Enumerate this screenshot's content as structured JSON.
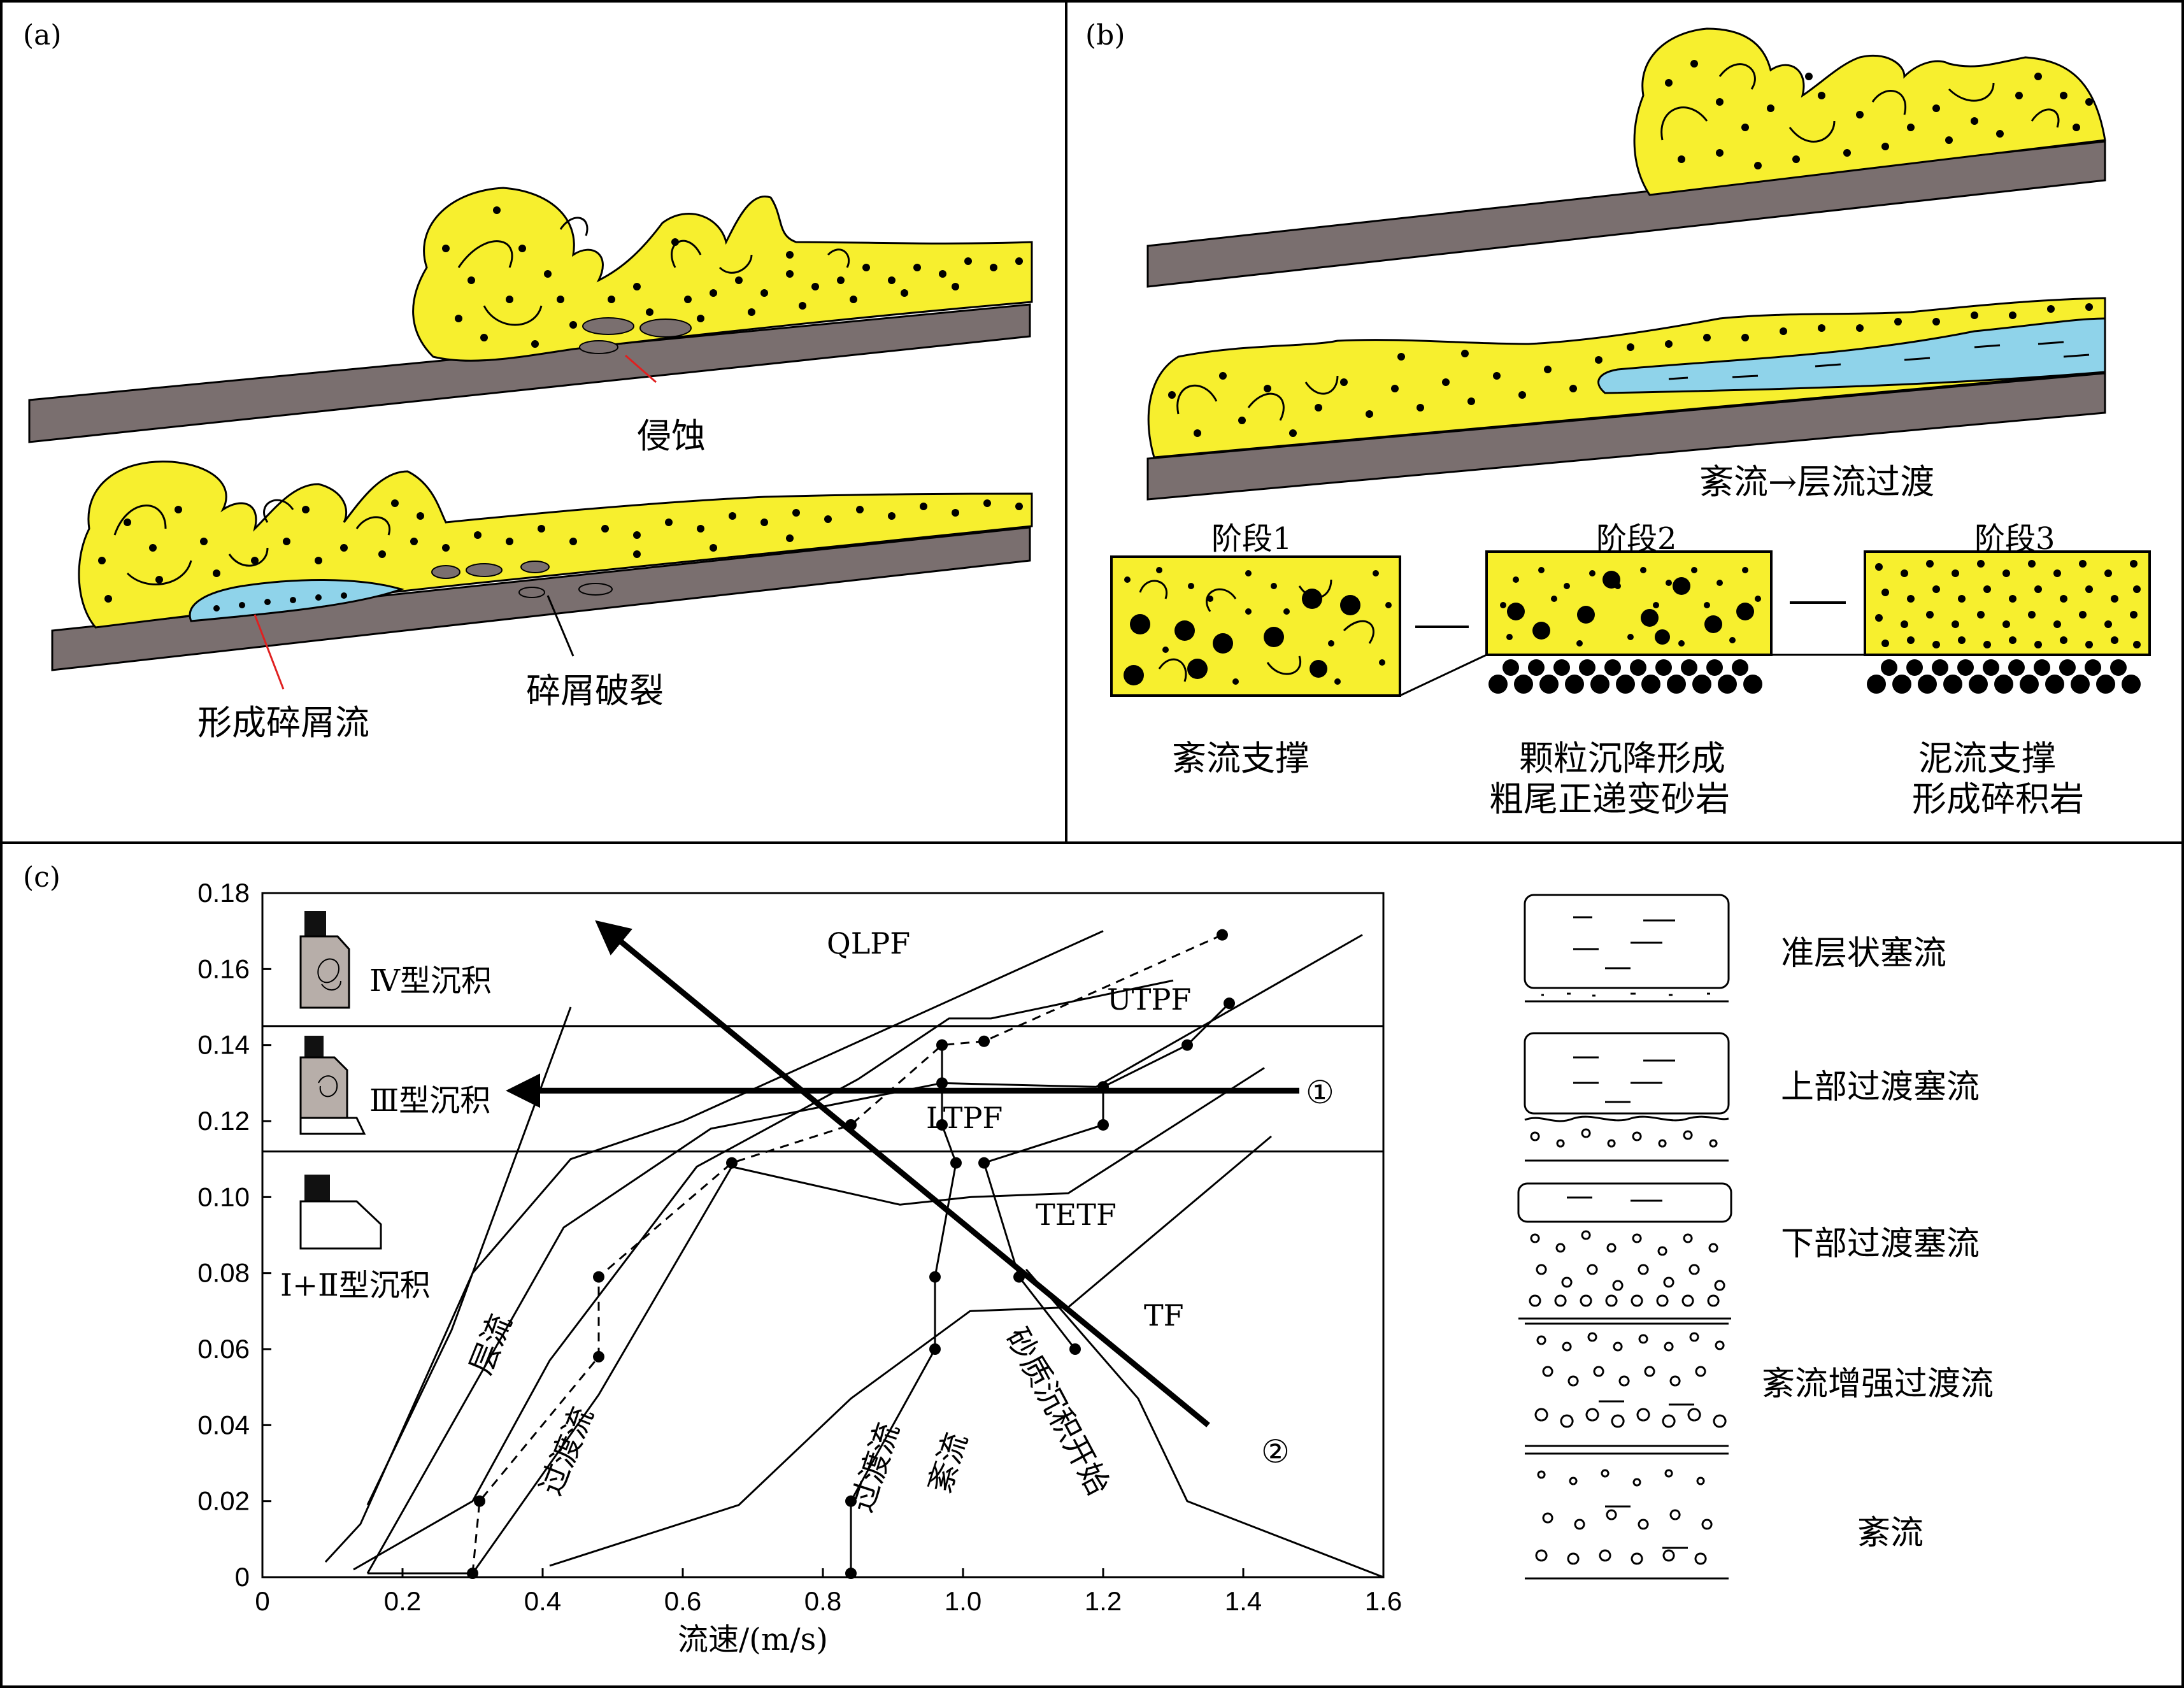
{
  "panel_a": {
    "label": "(a)",
    "erosion": "侵蚀",
    "debris_flow": "形成碎屑流",
    "debris_fracture": "碎屑破裂"
  },
  "panel_b": {
    "label": "(b)",
    "transition": "紊流→层流过渡",
    "stages": [
      "阶段1",
      "阶段2",
      "阶段3"
    ],
    "caption1": "紊流支撑",
    "caption2a": "颗粒沉降形成",
    "caption2b": "粗尾正递变砂岩",
    "caption3a": "泥流支撑",
    "caption3b": "形成碎积岩"
  },
  "panel_c": {
    "label": "(c)",
    "deposit_types": [
      "Ⅳ型沉积",
      "Ⅲ型沉积",
      "Ⅰ+Ⅱ型沉积"
    ],
    "region_labels": [
      "QLPF",
      "UTPF",
      "LTPF",
      "TETF",
      "TF"
    ],
    "curve_labels": [
      "层流",
      "过渡流",
      "过渡流",
      "紊流",
      "砂质沉积开始"
    ],
    "arrow_labels": [
      "①",
      "②"
    ],
    "legend": [
      "准层状塞流",
      "上部过渡塞流",
      "下部过渡塞流",
      "紊流增强过渡流",
      "紊流"
    ]
  },
  "colors": {
    "sand": "#f7ef2e",
    "substrate": "#7a6f6f",
    "water": "#8fd3ea",
    "grey_block": "#b7aea9"
  },
  "chart_data": {
    "type": "line",
    "xlabel": "流速/(m/s)",
    "xlim": [
      0,
      1.6
    ],
    "ylim": [
      0,
      0.18
    ],
    "xticks": [
      "0",
      "0.2",
      "0.4",
      "0.6",
      "0.8",
      "1.0",
      "1.2",
      "1.4",
      "1.6"
    ],
    "yticks": [
      "0",
      "0.02",
      "0.04",
      "0.06",
      "0.08",
      "0.10",
      "0.12",
      "0.14",
      "0.16",
      "0.18"
    ],
    "horizontal_boundaries": [
      0.112,
      0.145
    ],
    "series": [
      {
        "points": [
          [
            0.15,
            0.019
          ],
          [
            0.27,
            0.065
          ],
          [
            0.44,
            0.15
          ]
        ]
      },
      {
        "points": [
          [
            0.09,
            0.004
          ],
          [
            0.14,
            0.014
          ],
          [
            0.3,
            0.08
          ],
          [
            0.44,
            0.11
          ],
          [
            0.6,
            0.12
          ],
          [
            0.78,
            0.135
          ],
          [
            1.2,
            0.17
          ]
        ]
      },
      {
        "points": [
          [
            0.13,
            0.002
          ],
          [
            0.3,
            0.02
          ],
          [
            0.41,
            0.057
          ],
          [
            0.62,
            0.108
          ],
          [
            0.85,
            0.131
          ],
          [
            0.98,
            0.147
          ],
          [
            1.04,
            0.147
          ],
          [
            1.3,
            0.157
          ]
        ]
      },
      {
        "points": [
          [
            0.15,
            0.001
          ],
          [
            0.43,
            0.092
          ],
          [
            0.64,
            0.118
          ],
          [
            0.97,
            0.13
          ],
          [
            1.19,
            0.129
          ],
          [
            1.57,
            0.169
          ]
        ]
      },
      {
        "points": [
          [
            0.15,
            0.001
          ],
          [
            0.3,
            0.001
          ],
          [
            0.48,
            0.048
          ],
          [
            0.67,
            0.108
          ],
          [
            0.91,
            0.098
          ],
          [
            1.01,
            0.1
          ],
          [
            1.15,
            0.101
          ],
          [
            1.43,
            0.134
          ]
        ]
      },
      {
        "points": [
          [
            0.41,
            0.003
          ],
          [
            0.68,
            0.019
          ],
          [
            0.84,
            0.047
          ],
          [
            1.01,
            0.07
          ],
          [
            1.15,
            0.071
          ],
          [
            1.44,
            0.116
          ]
        ]
      },
      {
        "points": [
          [
            1.09,
            0.081
          ],
          [
            1.25,
            0.047
          ],
          [
            1.32,
            0.02
          ],
          [
            1.6,
            0.0
          ]
        ]
      }
    ],
    "marker_curves": [
      {
        "style": "dashed",
        "points": [
          [
            0.3,
            0.001
          ],
          [
            0.31,
            0.02
          ],
          [
            0.48,
            0.058
          ],
          [
            0.48,
            0.079
          ],
          [
            0.67,
            0.109
          ],
          [
            0.84,
            0.119
          ],
          [
            0.97,
            0.14
          ],
          [
            1.03,
            0.141
          ],
          [
            1.37,
            0.169
          ]
        ]
      },
      {
        "style": "solid",
        "points": [
          [
            0.84,
            0.001
          ],
          [
            0.84,
            0.02
          ],
          [
            0.96,
            0.06
          ],
          [
            0.96,
            0.079
          ],
          [
            0.99,
            0.109
          ],
          [
            0.97,
            0.119
          ],
          [
            0.97,
            0.13
          ],
          [
            0.97,
            0.14
          ]
        ]
      },
      {
        "style": "solid",
        "points": [
          [
            1.16,
            0.06
          ],
          [
            1.08,
            0.079
          ],
          [
            1.03,
            0.109
          ],
          [
            1.2,
            0.119
          ],
          [
            1.2,
            0.129
          ],
          [
            1.32,
            0.14
          ],
          [
            1.38,
            0.151
          ]
        ]
      }
    ],
    "arrows": [
      {
        "from": [
          1.48,
          0.128
        ],
        "to": [
          0.38,
          0.128
        ]
      },
      {
        "from": [
          1.35,
          0.04
        ],
        "to": [
          0.5,
          0.169
        ]
      }
    ]
  }
}
